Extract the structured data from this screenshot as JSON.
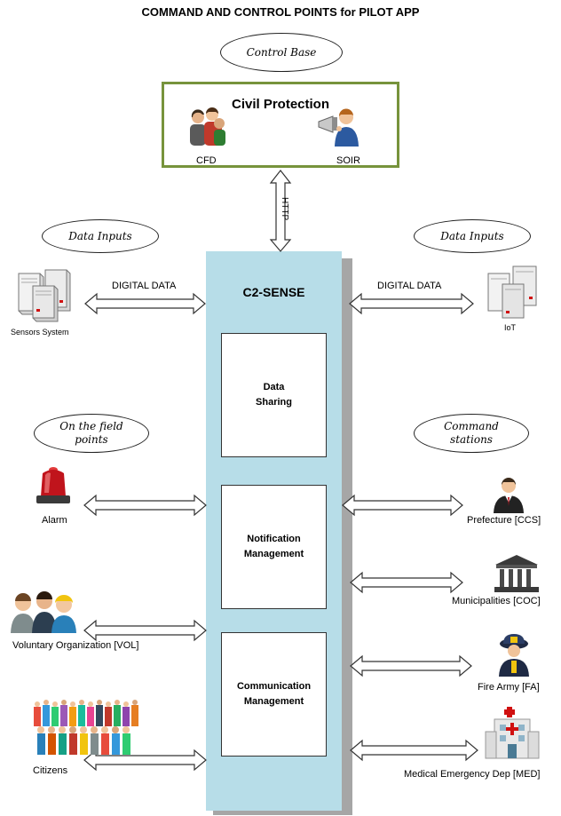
{
  "title": "COMMAND AND CONTROL POINTS for PILOT APP",
  "control_base": "Control Base",
  "civil_protection": {
    "title": "Civil Protection",
    "cfd": "CFD",
    "soir": "SOIR"
  },
  "http_label": "HTTP",
  "data_inputs_left": "Data Inputs",
  "data_inputs_right": "Data Inputs",
  "digital_data_left": "DIGITAL DATA",
  "digital_data_right": "DIGITAL DATA",
  "sensors_system": "Sensors System",
  "iot": "IoT",
  "c2sense": {
    "title": "C2-SENSE",
    "modules": [
      "Data Sharing",
      "Notification Management",
      "Communication Management"
    ]
  },
  "field_points": "On the field points",
  "command_stations": "Command stations",
  "left_nodes": {
    "alarm": "Alarm",
    "vol": "Voluntary Organization [VOL]",
    "citizens": "Citizens"
  },
  "right_nodes": {
    "ccs": "Prefecture [CCS]",
    "coc": "Municipalities [COC]",
    "fa": "Fire Army [FA]",
    "med": "Medical Emergency Dep [MED]"
  },
  "colors": {
    "c2sense_fill": "#b7dde8",
    "civil_protection_border": "#77933c",
    "alarm_red": "#c0141c"
  }
}
